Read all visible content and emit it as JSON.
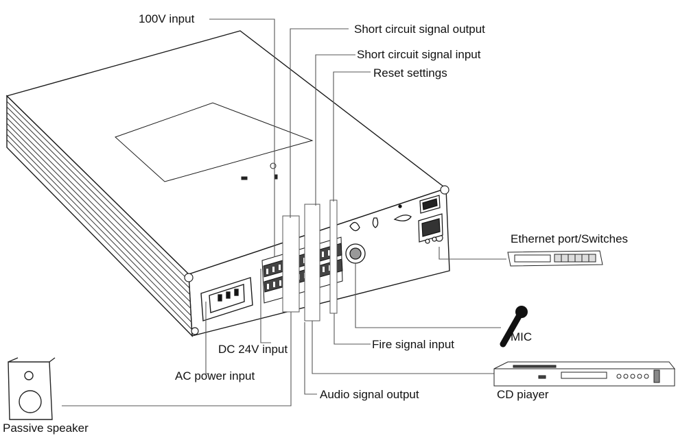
{
  "labels": {
    "input_100v": "100V input",
    "short_out": "Short circuit signal output",
    "short_in": "Short circuit signal input",
    "reset": "Reset settings",
    "ethernet": "Ethernet port/Switches",
    "mic": "MIC",
    "fire": "Fire signal input",
    "dc24": "DC 24V input",
    "ac": "AC power input",
    "audio_out": "Audio signal output",
    "cd": "CD piayer",
    "speaker": "Passive speaker"
  },
  "colors": {
    "line": "#1a1a1a",
    "leader": "#555555",
    "fill": "#ffffff"
  }
}
